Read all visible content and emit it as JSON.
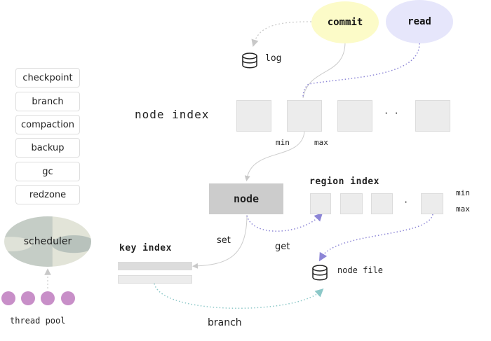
{
  "controls": [
    "checkpoint",
    "branch",
    "compaction",
    "backup",
    "gc",
    "redzone"
  ],
  "scheduler": {
    "label": "scheduler"
  },
  "thread_pool": {
    "label": "thread pool",
    "threads": 4
  },
  "ops": {
    "commit": "commit",
    "read": "read"
  },
  "log": {
    "label": "log"
  },
  "node_index": {
    "label": "node index",
    "ellipsis": "· ·",
    "min": "min",
    "max": "max"
  },
  "node": {
    "label": "node"
  },
  "region_index": {
    "label": "region index",
    "ellipsis": "·",
    "min": "min",
    "max": "max"
  },
  "key_index": {
    "label": "key index"
  },
  "edges": {
    "set": "set",
    "get": "get",
    "branch": "branch"
  },
  "node_file": {
    "label": "node file"
  },
  "colors": {
    "commit": "#fcfbc8",
    "read": "#e6e6fb",
    "read_edge": "#8c85d6",
    "branch_edge": "#8cc8c8",
    "thread": "#c88fc8",
    "node_box": "#cccccc",
    "cell": "#ececec"
  }
}
